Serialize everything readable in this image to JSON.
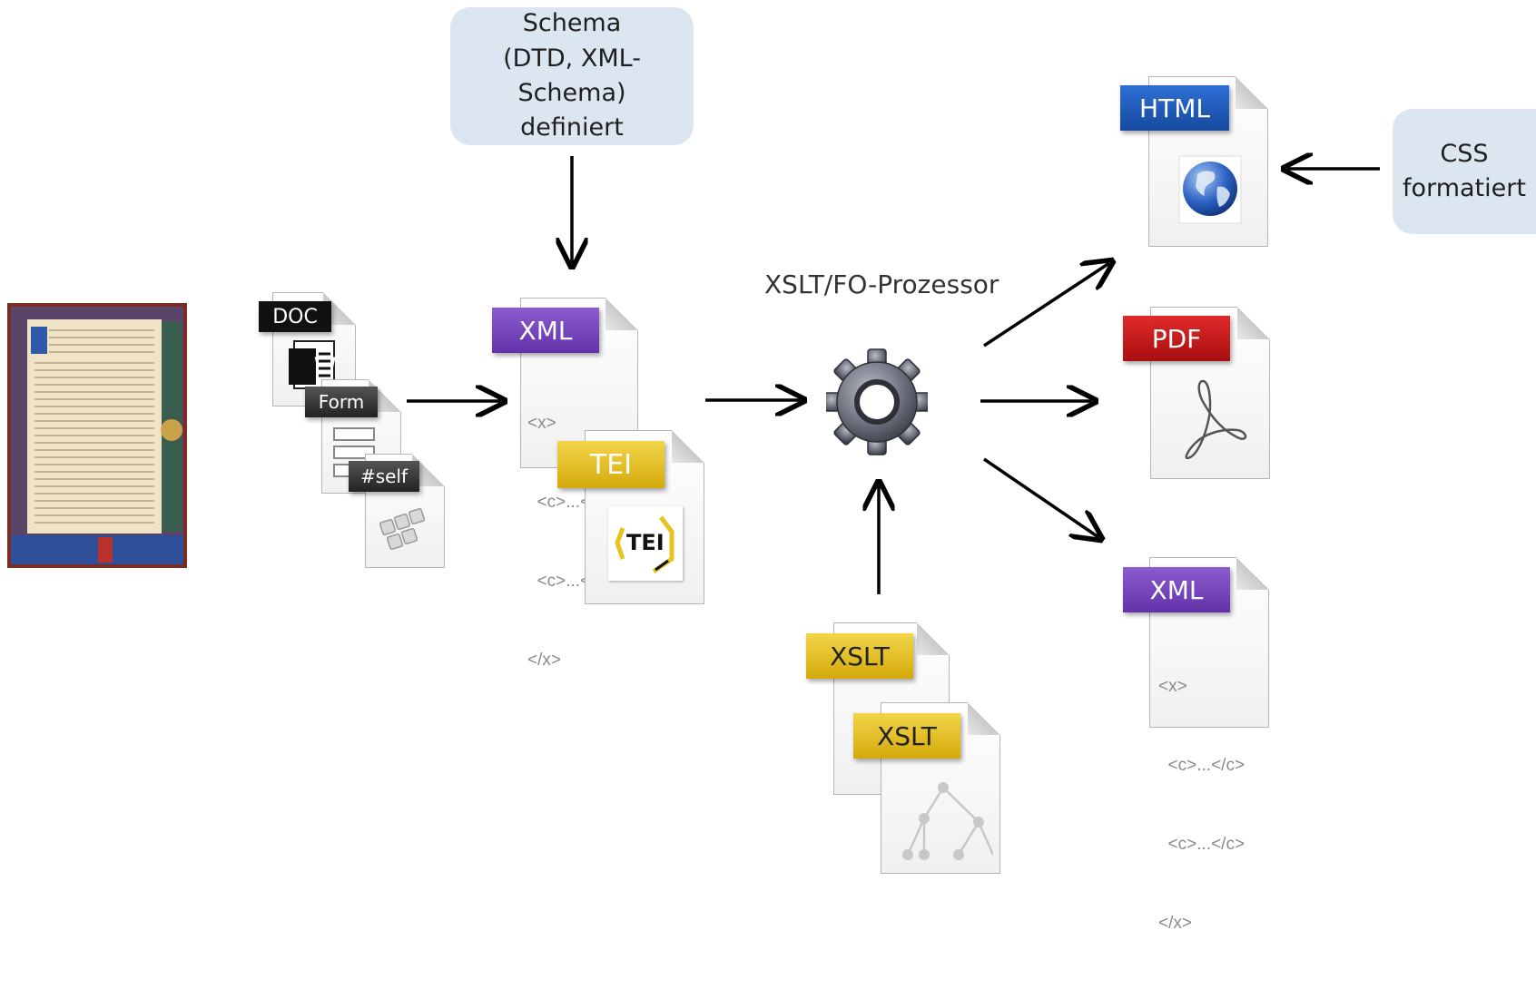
{
  "schema_box": {
    "line1": "Schema",
    "line2": "(DTD, XML-Schema)",
    "line3": "definiert"
  },
  "css_box": {
    "line1": "CSS",
    "line2": "formatiert"
  },
  "processor_label": "XSLT/FO-Prozessor",
  "input_docs": {
    "doc": "DOC",
    "form": "Form",
    "self": "#self"
  },
  "xml_doc": {
    "tag": "XML",
    "code": [
      "<x>",
      "  <c>...</c>",
      "  <c>...</c>",
      "</x>"
    ]
  },
  "tei_doc": {
    "tag": "TEI",
    "logo": "TEI"
  },
  "xslt_docs": {
    "first": "XSLT",
    "second": "XSLT"
  },
  "outputs": {
    "html": "HTML",
    "pdf": "PDF",
    "xml": {
      "tag": "XML",
      "code": [
        "<x>",
        "  <c>...</c>",
        "  <c>...</c>",
        "</x>"
      ]
    }
  },
  "colors": {
    "box_fill": "#dce6f1",
    "xml_purple": "#6f3fb8",
    "html_blue": "#1f5bc0",
    "pdf_red": "#c41a1b",
    "tei_yellow": "#e8c21e"
  }
}
